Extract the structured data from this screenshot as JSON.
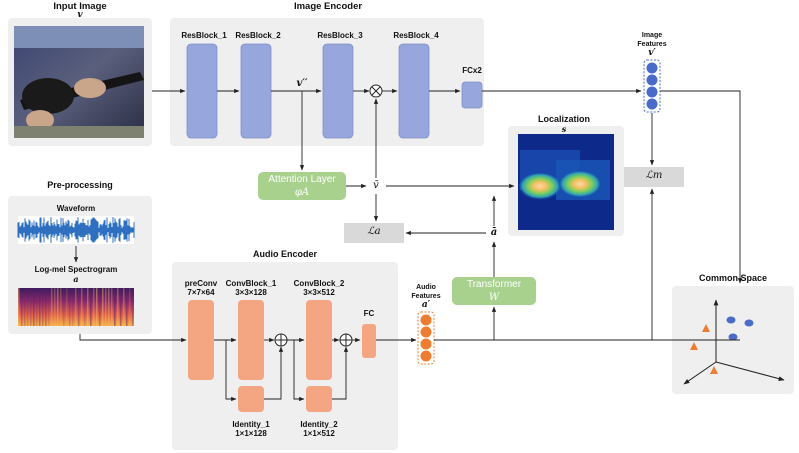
{
  "titles": {
    "input_image": "Input Image",
    "input_image_sym": "v",
    "image_encoder": "Image Encoder",
    "preprocessing": "Pre-processing",
    "audio_encoder": "Audio Encoder",
    "localization": "Localization",
    "localization_sym": "s",
    "common_space": "Common Space"
  },
  "image_encoder": {
    "blocks": [
      "ResBlock_1",
      "ResBlock_2",
      "ResBlock_3",
      "ResBlock_4"
    ],
    "fc": "FCx2",
    "v_double_prime": "v′′"
  },
  "image_features": {
    "label_1": "Image",
    "label_2": "Features",
    "sym": "v′"
  },
  "attention": {
    "label": "Attention Layer",
    "sym": "φA"
  },
  "v_bar": "v̄",
  "loss_a": "ℒa",
  "loss_m": "ℒm",
  "a_bar": "ā",
  "transformer": {
    "label": "Transformer",
    "sym": "W"
  },
  "preprocessing": {
    "waveform": "Waveform",
    "spectrogram": "Log-mel Spectrogram",
    "spectrogram_sym": "a"
  },
  "audio_encoder": {
    "preconv": {
      "name": "preConv",
      "dims": "7×7×64"
    },
    "convblock_1": {
      "name": "ConvBlock_1",
      "dims": "3×3×128"
    },
    "convblock_2": {
      "name": "ConvBlock_2",
      "dims": "3×3×512"
    },
    "fc": "FC",
    "identity_1": {
      "name": "Identity_1",
      "dims": "1×1×128"
    },
    "identity_2": {
      "name": "Identity_2",
      "dims": "1×1×512"
    }
  },
  "audio_features": {
    "label_1": "Audio",
    "label_2": "Features",
    "sym": "a′"
  },
  "colors": {
    "panel": "#efefef",
    "resblock": "#97a6dc",
    "feature_blue": "#4a6cc8",
    "green": "#a9d18e",
    "orange_block": "#f4a582",
    "feature_orange": "#ee7d31",
    "loss_box": "#d9d9d9"
  }
}
